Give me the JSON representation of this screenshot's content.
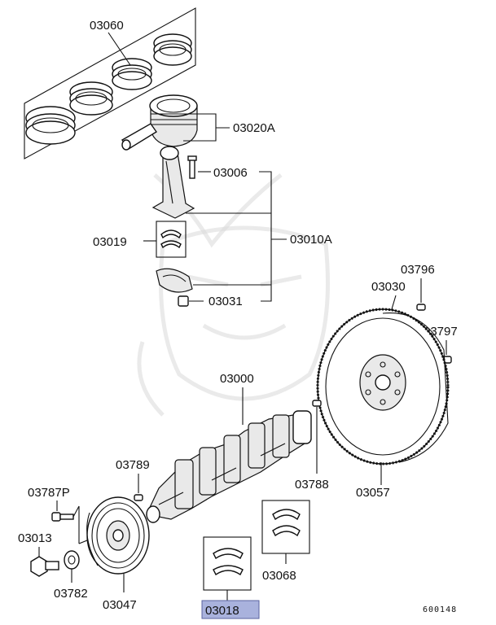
{
  "parts": {
    "p03060": "03060",
    "p03020A": "03020A",
    "p03006": "03006",
    "p03010A": "03010A",
    "p03019": "03019",
    "p03031": "03031",
    "p03796": "03796",
    "p03030": "03030",
    "p03797": "03797",
    "p03000": "03000",
    "p03789": "03789",
    "p03788": "03788",
    "p03057": "03057",
    "p03787P": "03787P",
    "p03013": "03013",
    "p03782": "03782",
    "p03047": "03047",
    "p03018": "03018",
    "p03068": "03068"
  },
  "highlight_color": "#a9b2dd",
  "diagram_ref": "600148"
}
